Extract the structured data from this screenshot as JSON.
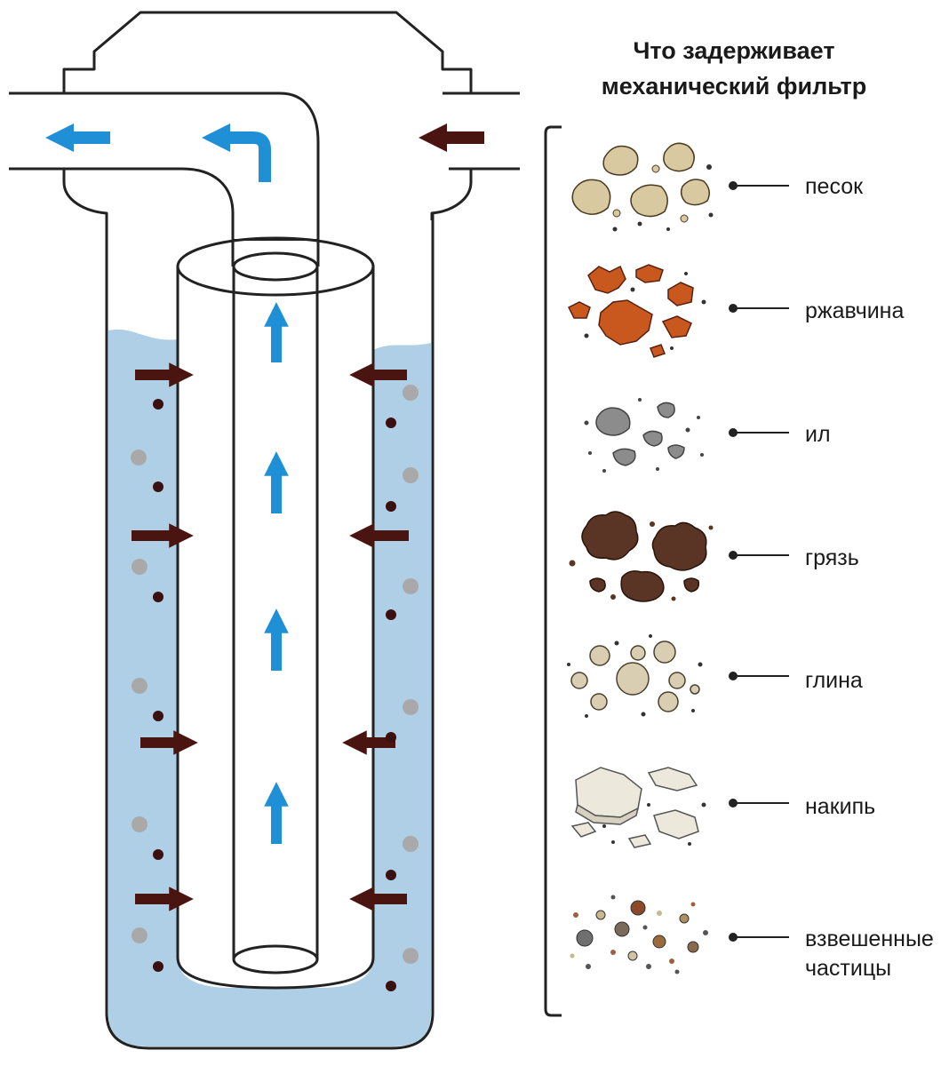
{
  "title": {
    "line1": "Что задерживает",
    "line2": "механический фильтр"
  },
  "contaminants": [
    {
      "key": "sand",
      "label": "песок"
    },
    {
      "key": "rust",
      "label": "ржавчина"
    },
    {
      "key": "silt",
      "label": "ил"
    },
    {
      "key": "dirt",
      "label": "грязь"
    },
    {
      "key": "clay",
      "label": "глина"
    },
    {
      "key": "scale",
      "label": "накипь"
    },
    {
      "key": "suspended",
      "label_line1": "взвешенные",
      "label_line2": "частицы"
    }
  ],
  "colors": {
    "water": "#aecfe6",
    "clean_arrow": "#1f8fd6",
    "dirty_arrow": "#4a1410",
    "particle_grey": "#a9a9a9",
    "particle_dark": "#3b1010",
    "sand": "#d8c9a1",
    "rust": "#c8581e",
    "silt": "#8c8c8c",
    "dirt": "#5a3424",
    "clay": "#d9ceb2",
    "scale": "#ece8dc"
  },
  "icons": {
    "outlet_arrow": "arrow-left-icon",
    "inlet_arrow": "arrow-left-icon",
    "flow_up_arrow": "arrow-up-icon",
    "inflow_arrow": "arrow-right-icon"
  }
}
